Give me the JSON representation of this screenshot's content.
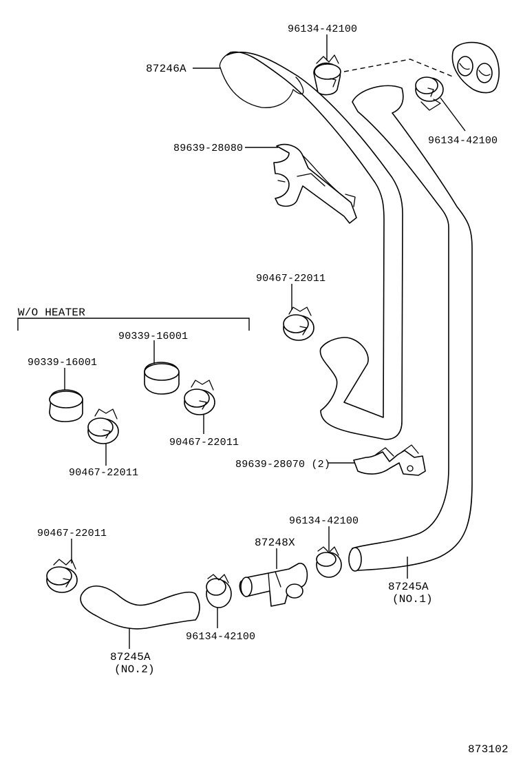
{
  "diagram": {
    "callouts": {
      "clip_top_center": "96134-42100",
      "hose_87246a": "87246A",
      "clip_top_right": "96134-42100",
      "bracket_upper": "89639-28080",
      "clamp_mid": "90467-22011",
      "clip_bracket_lower": "89639-28070 (2)",
      "clamp_left_lower": "90467-22011",
      "clip_lower_mid": "96134-42100",
      "tee_joint": "87248X",
      "clip_lower_right": "96134-42100",
      "hose_no1_part": "87245A",
      "hose_no1_sub": "(NO.1)",
      "hose_no2_part": "87245A",
      "hose_no2_sub": "(NO.2)"
    },
    "wo_heater_group": {
      "title": "W/O HEATER",
      "plug_left": "90339-16001",
      "clamp_left": "90467-22011",
      "plug_right": "90339-16001",
      "clamp_right": "90467-22011"
    },
    "drawing_number": "873102"
  }
}
